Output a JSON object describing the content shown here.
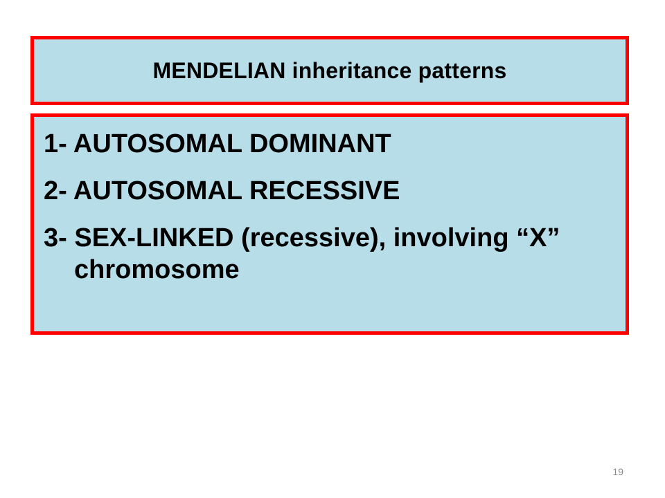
{
  "slide": {
    "title": "MENDELIAN inheritance patterns",
    "items": [
      "1- AUTOSOMAL DOMINANT",
      "2- AUTOSOMAL RECESSIVE",
      "3- SEX-LINKED (recessive), involving “X” chromosome"
    ],
    "page_number": "19"
  },
  "colors": {
    "box_fill": "#b7dde8",
    "box_border": "#ff0000",
    "text": "#000000",
    "page_number": "#8a8a8a"
  }
}
